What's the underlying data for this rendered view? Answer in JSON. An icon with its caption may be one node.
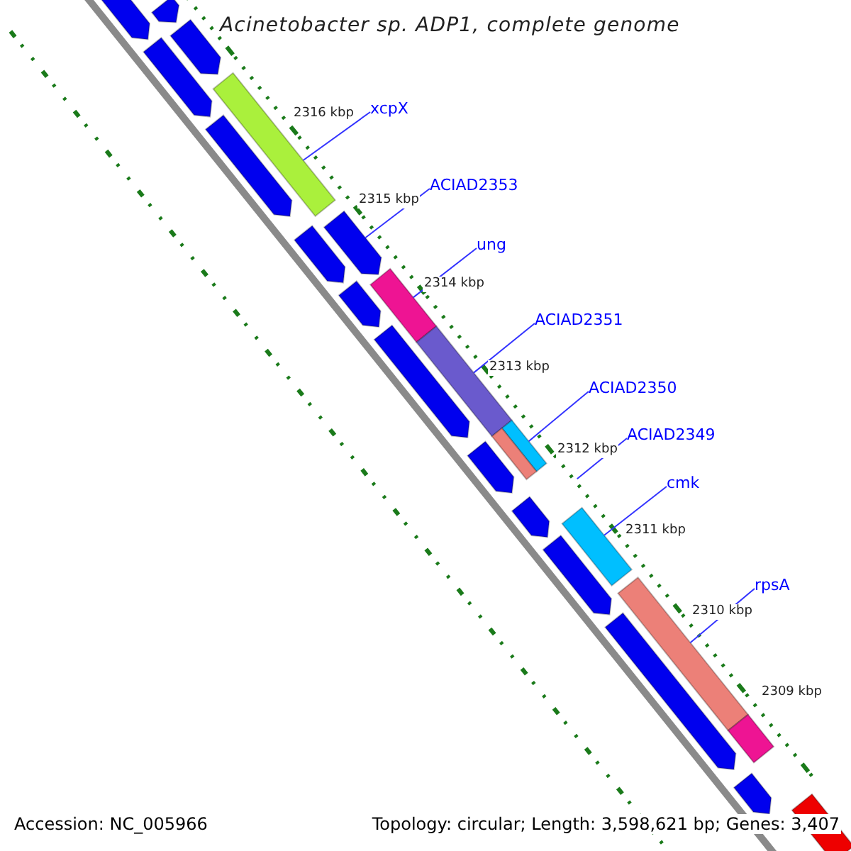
{
  "diagram": {
    "title": "Acinetobacter sp. ADP1, complete genome",
    "nodes": [
      {
        "text": [
          "xcpX"
        ]
      },
      {
        "text": [],
        "shape": "bar"
      },
      {
        "text": [
          "ACIAD2353"
        ]
      },
      {
        "text": [],
        "shape": "arrow"
      },
      {
        "text": [
          "ung"
        ]
      },
      {
        "text": [],
        "shape": "bar"
      },
      {
        "text": [
          "ACIAD2351"
        ]
      },
      {
        "text": [],
        "shape": "bar"
      },
      {
        "text": [
          "ACIAD2350"
        ]
      },
      {
        "text": [],
        "shape": "bar"
      },
      {
        "text": [
          "ACIAD2349"
        ]
      },
      {
        "text": [
          "cmk"
        ]
      },
      {
        "text": [],
        "shape": "bar"
      },
      {
        "text": [
          "rpsA"
        ]
      },
      {
        "text": [],
        "shape": "bar"
      },
      {
        "text": [],
        "shape": "arrow"
      },
      {
        "text": [],
        "shape": "arrow"
      },
      {
        "text": [],
        "shape": "arrow"
      },
      {
        "text": [],
        "shape": "arrow"
      },
      {
        "text": [],
        "shape": "arrow"
      },
      {
        "text": [],
        "shape": "arrow"
      },
      {
        "text": [],
        "shape": "arrow"
      },
      {
        "text": [],
        "shape": "arrow"
      },
      {
        "text": [],
        "shape": "bar"
      },
      {
        "text": [],
        "shape": "arrow"
      },
      {
        "text": [],
        "shape": "arrow"
      },
      {
        "text": [],
        "shape": "arrow"
      },
      {
        "text": [],
        "shape": "arrow"
      },
      {
        "text": [],
        "shape": "bar"
      },
      {
        "text": [],
        "shape": "arrow"
      },
      {
        "text": [],
        "shape": "bar"
      }
    ],
    "edges": [
      {
        "from": 0,
        "to": 1,
        "arrow": "none"
      },
      {
        "from": 2,
        "to": 3,
        "arrow": "none"
      },
      {
        "from": 4,
        "to": 5,
        "arrow": "none"
      },
      {
        "from": 6,
        "to": 7,
        "arrow": "none"
      },
      {
        "from": 8,
        "to": 9,
        "arrow": "none"
      },
      {
        "from": 10,
        "to": null,
        "arrow": "none"
      },
      {
        "from": 11,
        "to": 12,
        "arrow": "none"
      },
      {
        "from": 13,
        "to": 14,
        "arrow": "none"
      }
    ],
    "labels": [
      "2316 kbp",
      "2315 kbp",
      "2314 kbp",
      "2313 kbp",
      "2312 kbp",
      "2311 kbp",
      "2310 kbp",
      "2309 kbp",
      "Accession: NC_005966",
      "Topology: circular; Length: 3,598,621 bp; Genes: 3,407"
    ]
  }
}
